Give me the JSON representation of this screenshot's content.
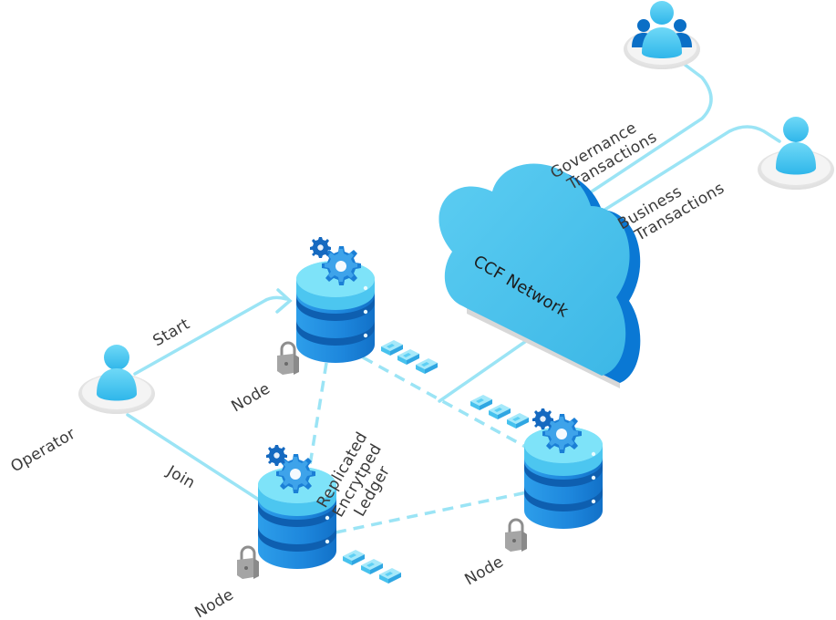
{
  "labels": {
    "start": "Start",
    "join": "Join",
    "operator": "Operator",
    "node_top": "Node",
    "node_bottom_left": "Node",
    "node_bottom_right": "Node",
    "ledger": [
      "Replicated",
      "Encrytped",
      "Ledger"
    ],
    "governance": [
      "Governance",
      "Transactions"
    ],
    "business": [
      "Business",
      "Transactions"
    ],
    "cloud": "CCF Network"
  },
  "colors": {
    "link_line": "#9be4f5",
    "cloud_face": "#50c3ec",
    "cloud_side": "#0a78d4",
    "person": "#45c8f0",
    "person_dark": "#0b6fc6",
    "db_top": "#6fdcf7",
    "db_body": "#1e8ee0",
    "db_band": "#0e5fb0",
    "gear": "#1b7fd6",
    "lock": "#9a9a9a",
    "ledger_block": "#7ad7f2"
  },
  "icons": [
    "person-icon",
    "group-icon",
    "database-icon",
    "gear-icon",
    "lock-icon",
    "ledger-block-icon",
    "cloud-icon"
  ]
}
